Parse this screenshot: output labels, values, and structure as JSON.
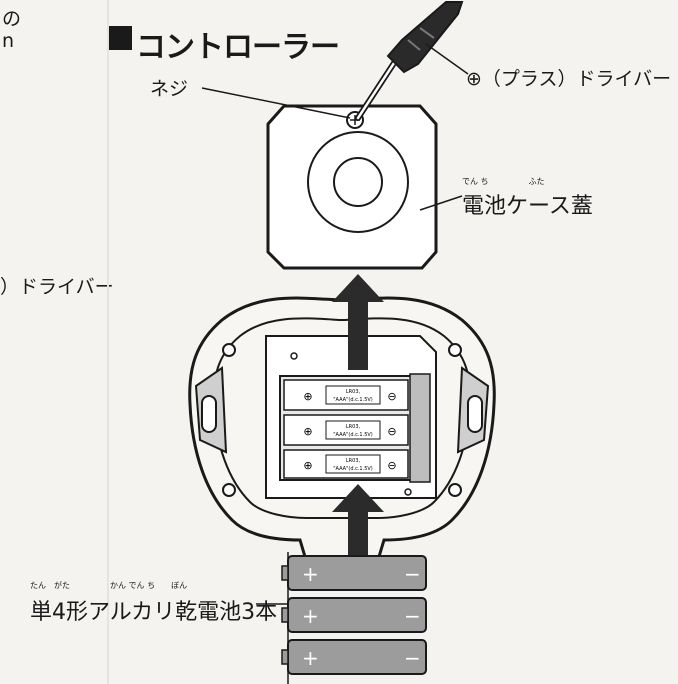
{
  "title": "■コントローラー",
  "title_text": "コントローラー",
  "left_edge": {
    "line1": "の",
    "line2": "n",
    "line3": "）ドライバー"
  },
  "labels": {
    "screw": "ネジ",
    "screwdriver": "⊕（プラス）ドライバー",
    "cover": "電池ケース蓋",
    "cover_ruby": "でん ち　　　　　ふた",
    "batteries": "単4形アルカリ乾電池3本",
    "batteries_ruby": "たん　がた　　　　　かん でん ち　　ぼん"
  },
  "battery_slots": [
    {
      "plus": "⊕",
      "minus": "⊖",
      "text1": "LR03,",
      "text2": "\"AAA\"(d.c.1.5V)"
    },
    {
      "plus": "⊕",
      "minus": "⊖",
      "text1": "LR03,",
      "text2": "\"AAA\"(d.c.1.5V)"
    },
    {
      "plus": "⊕",
      "minus": "⊖",
      "text1": "LR03,",
      "text2": "\"AAA\"(d.c.1.5V)"
    }
  ],
  "loose_batteries": [
    {
      "plus": "+",
      "minus": "−"
    },
    {
      "plus": "+",
      "minus": "−"
    },
    {
      "plus": "+",
      "minus": "−"
    }
  ]
}
